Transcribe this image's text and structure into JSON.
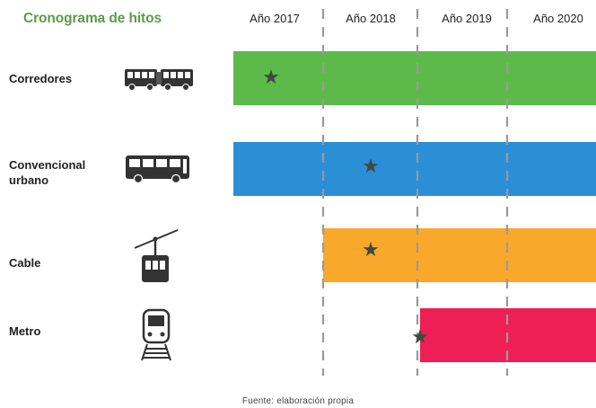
{
  "title": "Cronograma de hitos",
  "title_color": "#5a9b4a",
  "years": [
    "Año 2017",
    "Año 2018",
    "Año 2019",
    "Año 2020"
  ],
  "rows": [
    {
      "label": "Corredores",
      "icon": "articulated-bus-icon",
      "start": "Año 2017",
      "milestone": "Año 2017",
      "color": "#5cba4a"
    },
    {
      "label": "Convencional urbano",
      "icon": "bus-icon",
      "start": "Año 2017",
      "milestone": "Año 2018",
      "color": "#2b8fd6"
    },
    {
      "label": "Cable",
      "icon": "cable-car-icon",
      "start": "Año 2018",
      "milestone": "Año 2018",
      "color": "#f9a82b"
    },
    {
      "label": "Metro",
      "icon": "metro-train-icon",
      "start": "Año 2019",
      "milestone": "Año 2019",
      "color": "#ee1f55"
    }
  ],
  "milestone_symbol": "★",
  "footer": "Fuente: elaboración propia"
}
